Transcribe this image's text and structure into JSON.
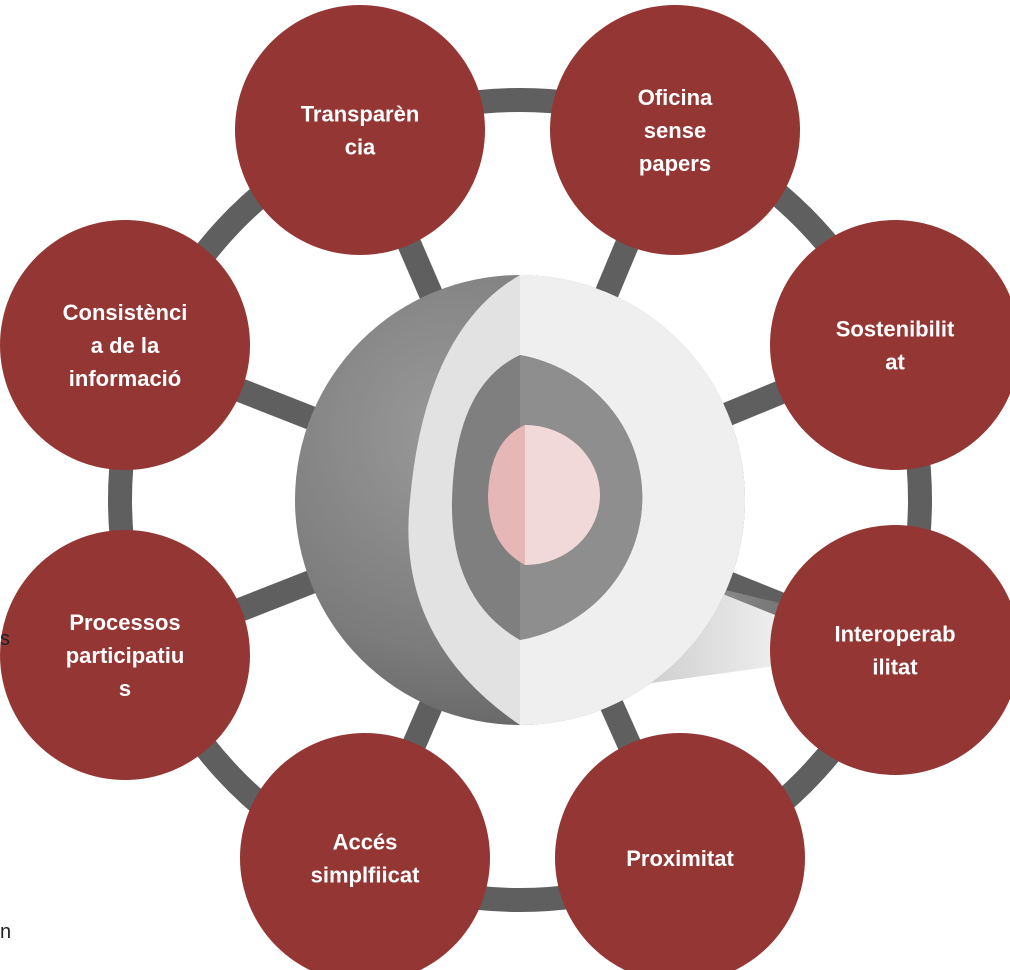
{
  "colors": {
    "node_fill": "#943634",
    "ring_stroke": "#5f5f5f",
    "node_text": "#ffffff"
  },
  "nodes": [
    {
      "id": "transparencia",
      "lines": [
        "Transparèn",
        "cia"
      ]
    },
    {
      "id": "oficina",
      "lines": [
        "Oficina",
        "sense",
        "papers"
      ]
    },
    {
      "id": "sostenibilitat",
      "lines": [
        "Sostenibilit",
        "at"
      ]
    },
    {
      "id": "interoperabilitat",
      "lines": [
        "Interoperab",
        "ilitat"
      ]
    },
    {
      "id": "proximitat",
      "lines": [
        "Proximitat"
      ]
    },
    {
      "id": "acces",
      "lines": [
        "Accés",
        "simplfiicat"
      ]
    },
    {
      "id": "processos",
      "lines": [
        "Processos",
        "participatiu",
        "s"
      ]
    },
    {
      "id": "consistencia",
      "lines": [
        "Consistènci",
        "a de la",
        "informació"
      ]
    }
  ],
  "stray": {
    "left_s": "s",
    "left_n": "n"
  }
}
